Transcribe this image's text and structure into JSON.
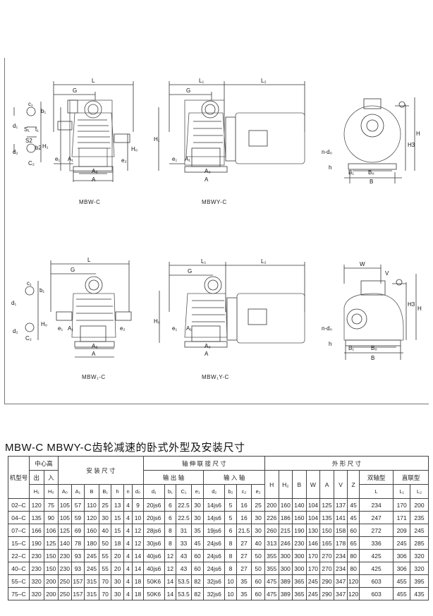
{
  "drawings": {
    "captions": {
      "mbw_c": "MBW-C",
      "mbwy_c": "MBWY-C",
      "mbw1_c": "MBW₁-C",
      "mbw1y_c": "MBW₁Y-C"
    },
    "labels": {
      "L": "L",
      "G": "G",
      "L1": "L₁",
      "L2": "L₂",
      "c1": "c₁",
      "b1": "b₁",
      "d1": "d₁",
      "S1": "S₁",
      "t1": "t₁",
      "S2": "S2",
      "d2": "d₂",
      "b2": "b2",
      "C2": "C₂",
      "t2": "t₂",
      "e1": "e₁",
      "e2": "e₂",
      "A1": "A₁",
      "A0": "A₀",
      "A": "A",
      "H1": "H₁",
      "H0": "H₀",
      "n_d0": "n-d₀",
      "h": "h",
      "B1": "B₁",
      "B0": "B₀",
      "B": "B",
      "H3": "H3",
      "H": "H",
      "W": "W",
      "V": "V"
    }
  },
  "title": "MBW-C MBWY-C齿轮减速的卧式外型及安装尺寸",
  "table": {
    "header": {
      "model": "机型号",
      "center_height": "中心高",
      "out": "出",
      "in": "入",
      "mount": "安 装 尺 寸",
      "shaft": "轴 伸 联 接 尺 寸",
      "output_shaft": "输 出 轴",
      "input_shaft": "输 入 轴",
      "outline": "外 形 尺 寸",
      "double": "双轴型",
      "direct": "直联型",
      "H1": "H₁",
      "H0": "H₀",
      "A0": "A₀",
      "A1": "A₁",
      "B": "B",
      "B1": "B₁",
      "h": "h",
      "n": "n",
      "d0": "d₀",
      "d1": "d₁",
      "b1": "b₁",
      "c1": "C₁",
      "e1": "e₁",
      "d2": "d₂",
      "b2": "b₂",
      "c2": "c₂",
      "e2": "e₂",
      "H": "H",
      "H2": "H₂",
      "Bo": "B",
      "W": "W",
      "A": "A",
      "V": "V",
      "Z": "Z",
      "L": "L",
      "L1": "L₁",
      "L2": "L₂"
    },
    "rows": [
      [
        "02–C",
        "120",
        "75",
        "105",
        "57",
        "110",
        "25",
        "13",
        "4",
        "9",
        "20js6",
        "6",
        "22.5",
        "30",
        "14js6",
        "5",
        "16",
        "25",
        "200",
        "160",
        "140",
        "104",
        "125",
        "137",
        "45",
        "234",
        "170",
        "200"
      ],
      [
        "04–C",
        "135",
        "90",
        "105",
        "59",
        "120",
        "30",
        "15",
        "4",
        "10",
        "20js6",
        "6",
        "22.5",
        "30",
        "14js6",
        "5",
        "16",
        "30",
        "226",
        "186",
        "160",
        "104",
        "135",
        "141",
        "45",
        "247",
        "171",
        "235"
      ],
      [
        "07–C",
        "166",
        "106",
        "125",
        "69",
        "160",
        "40",
        "15",
        "4",
        "12",
        "28js6",
        "8",
        "31",
        "35",
        "19js6",
        "6",
        "21.5",
        "30",
        "260",
        "215",
        "190",
        "130",
        "150",
        "158",
        "60",
        "272",
        "209",
        "245"
      ],
      [
        "15–C",
        "190",
        "125",
        "140",
        "78",
        "180",
        "50",
        "18",
        "4",
        "12",
        "30js6",
        "8",
        "33",
        "45",
        "24js6",
        "8",
        "27",
        "40",
        "313",
        "246",
        "230",
        "146",
        "165",
        "178",
        "65",
        "336",
        "245",
        "285"
      ],
      [
        "22–C",
        "230",
        "150",
        "230",
        "93",
        "245",
        "55",
        "20",
        "4",
        "14",
        "40js6",
        "12",
        "43",
        "60",
        "24js6",
        "8",
        "27",
        "50",
        "355",
        "300",
        "300",
        "170",
        "270",
        "234",
        "80",
        "425",
        "306",
        "320"
      ],
      [
        "40–C",
        "230",
        "150",
        "230",
        "93",
        "245",
        "55",
        "20",
        "4",
        "14",
        "40js6",
        "12",
        "43",
        "60",
        "24js6",
        "8",
        "27",
        "50",
        "355",
        "300",
        "300",
        "170",
        "270",
        "234",
        "80",
        "425",
        "306",
        "320"
      ],
      [
        "55–C",
        "320",
        "200",
        "250",
        "157",
        "315",
        "70",
        "30",
        "4",
        "18",
        "50K6",
        "14",
        "53.5",
        "82",
        "32js6",
        "10",
        "35",
        "60",
        "475",
        "389",
        "365",
        "245",
        "290",
        "347",
        "120",
        "603",
        "455",
        "395"
      ],
      [
        "75–C",
        "320",
        "200",
        "250",
        "157",
        "315",
        "70",
        "30",
        "4",
        "18",
        "50K6",
        "14",
        "53.5",
        "82",
        "32js6",
        "10",
        "35",
        "60",
        "475",
        "389",
        "365",
        "245",
        "290",
        "347",
        "120",
        "603",
        "455",
        "435"
      ]
    ]
  }
}
